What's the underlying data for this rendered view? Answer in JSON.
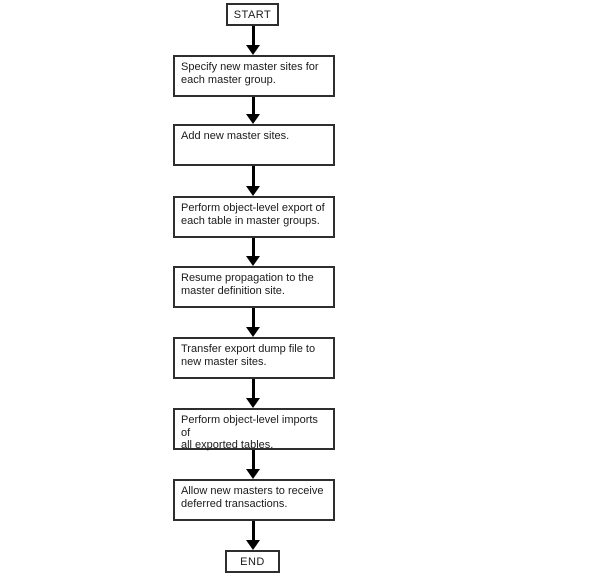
{
  "flowchart": {
    "start_label": "START",
    "end_label": "END",
    "steps": [
      {
        "label": "Specify new master sites for\neach master group."
      },
      {
        "label": "Add new master sites."
      },
      {
        "label": "Perform object-level export of\neach table in master groups."
      },
      {
        "label": "Resume propagation to the\nmaster definition site."
      },
      {
        "label": "Transfer export dump file to\nnew master sites."
      },
      {
        "label": "Perform object-level imports of\nall exported tables."
      },
      {
        "label": "Allow new masters to receive\ndeferred transactions."
      }
    ],
    "colors": {
      "border": "#2e2e2e",
      "arrow": "#000000",
      "text": "#1a1a1a",
      "background": "#ffffff"
    }
  }
}
